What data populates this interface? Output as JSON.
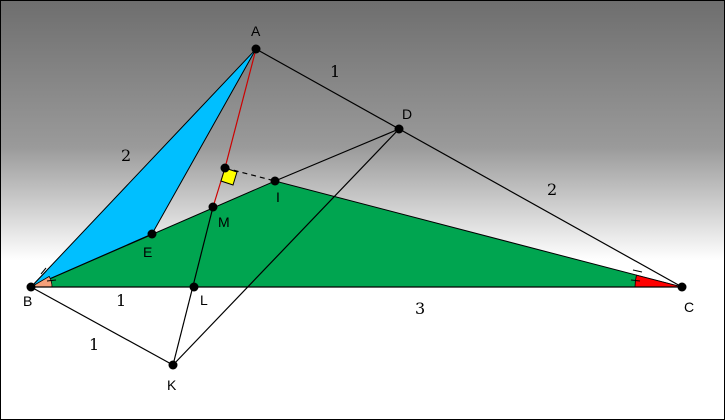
{
  "points": {
    "A": "A",
    "B": "B",
    "C": "C",
    "D": "D",
    "E": "E",
    "I": "I",
    "K": "K",
    "L": "L",
    "M": "M"
  },
  "lengths": {
    "AD": "1",
    "AB": "2",
    "DC": "2",
    "BL": "1",
    "LC": "3",
    "BK": "1"
  },
  "colors": {
    "triangle_ABE": "#00BFFF",
    "triangle_BIC": "#00A550",
    "angle_B": "#F4A07A",
    "angle_C": "#FF0000",
    "segment_AI": "#CC0000",
    "right_angle_marker": "#FFFF00"
  }
}
